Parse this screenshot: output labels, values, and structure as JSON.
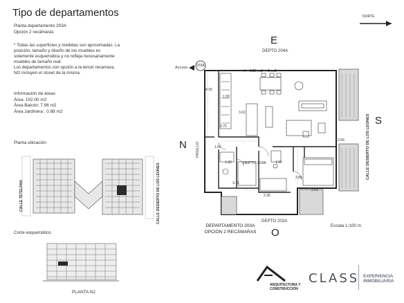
{
  "title": "Tipo de departamentos",
  "subtitle": {
    "line1": "Planta departamento 203A",
    "line2": "Opción 2 recámaras"
  },
  "notes": [
    "* Todas las superficies y medidas son aproximadas. La",
    "posición, tamaño y diseño de los muebles es",
    "solamente esquemática y no refleja necesariamente",
    "muebles de tamaño real.",
    "Los departamentos con opción a la tercer recamara,",
    "NO incluyen el closet de la misma."
  ],
  "areas": {
    "heading": "Información de áreas",
    "area": "Área: 102.00 m2",
    "balcon": "Área Balcón: 7.96 m2",
    "jardinera": "Área Jardinera : 0.88 m2"
  },
  "location": {
    "heading": "Planta ubicación",
    "street_left": "CALLE TETELPAN",
    "street_right": "CALLE DESIERTO DE LOS LEONES"
  },
  "section": {
    "heading": "Corte esquemático",
    "level": "PLANTA N2"
  },
  "plan": {
    "north_label": "NORTE",
    "compass": {
      "e": "E",
      "s": "S",
      "n": "N",
      "o": "O"
    },
    "depto_top": "DEPTO 204A",
    "depto_bottom": "DEPTO 202A",
    "depto_mid": "DEPTO 203A",
    "acceso": "Acceso",
    "unit_tag": "203A",
    "area_tag": "A= 102 m2 + 8 m2",
    "pasillo": "PASILLO",
    "street_right": "CALLE DESIERTO DE LOS LEONES",
    "caption_line1": "DEPARTAMENTO 203A",
    "caption_line2": "OPCIÓN 2 RECÁMARAS",
    "scale": "Escala 1:100 m",
    "dims": [
      "4.30",
      "1.58",
      "3.62",
      "2.75",
      "1.65",
      "1.05",
      "1.30",
      "2.86",
      "2.30",
      "2.61",
      "3.15",
      "3.96"
    ]
  },
  "branding": {
    "arq_line1": "ARQUITECTURA Y",
    "arq_line2": "CONSTRUCCIÓN",
    "class": "CLASS",
    "exp_line1": "EXPERIENCIA",
    "exp_line2": "INMOBILIARIA"
  }
}
